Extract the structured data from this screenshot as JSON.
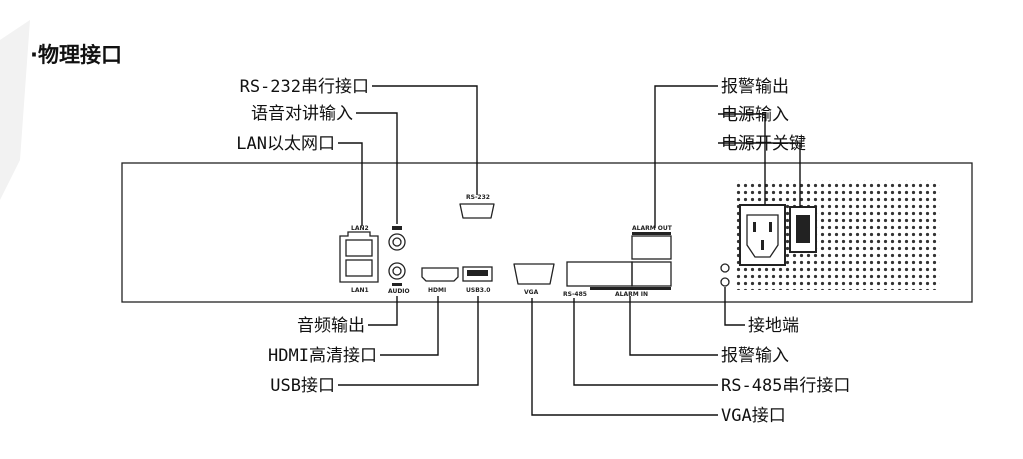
{
  "title": "·物理接口",
  "callouts_top_left": [
    "RS-232串行接口",
    "语音对讲输入",
    "LAN以太网口"
  ],
  "callouts_top_right": [
    "报警输出",
    "电源输入",
    "电源开关键"
  ],
  "callouts_bottom_left": [
    "音频输出",
    "HDMI高清接口",
    "USB接口"
  ],
  "callouts_bottom_right": [
    "接地端",
    "报警输入",
    "RS-485串行接口",
    "VGA接口"
  ],
  "panel_labels": {
    "rs232": "RS-232",
    "lan2": "LAN2",
    "lan1": "LAN1",
    "audio": "AUDIO",
    "hdmi": "HDMI",
    "usb": "USB3.0",
    "vga": "VGA",
    "rs485": "RS-485",
    "alarm_in": "ALARM IN",
    "alarm_out": "ALARM OUT"
  }
}
